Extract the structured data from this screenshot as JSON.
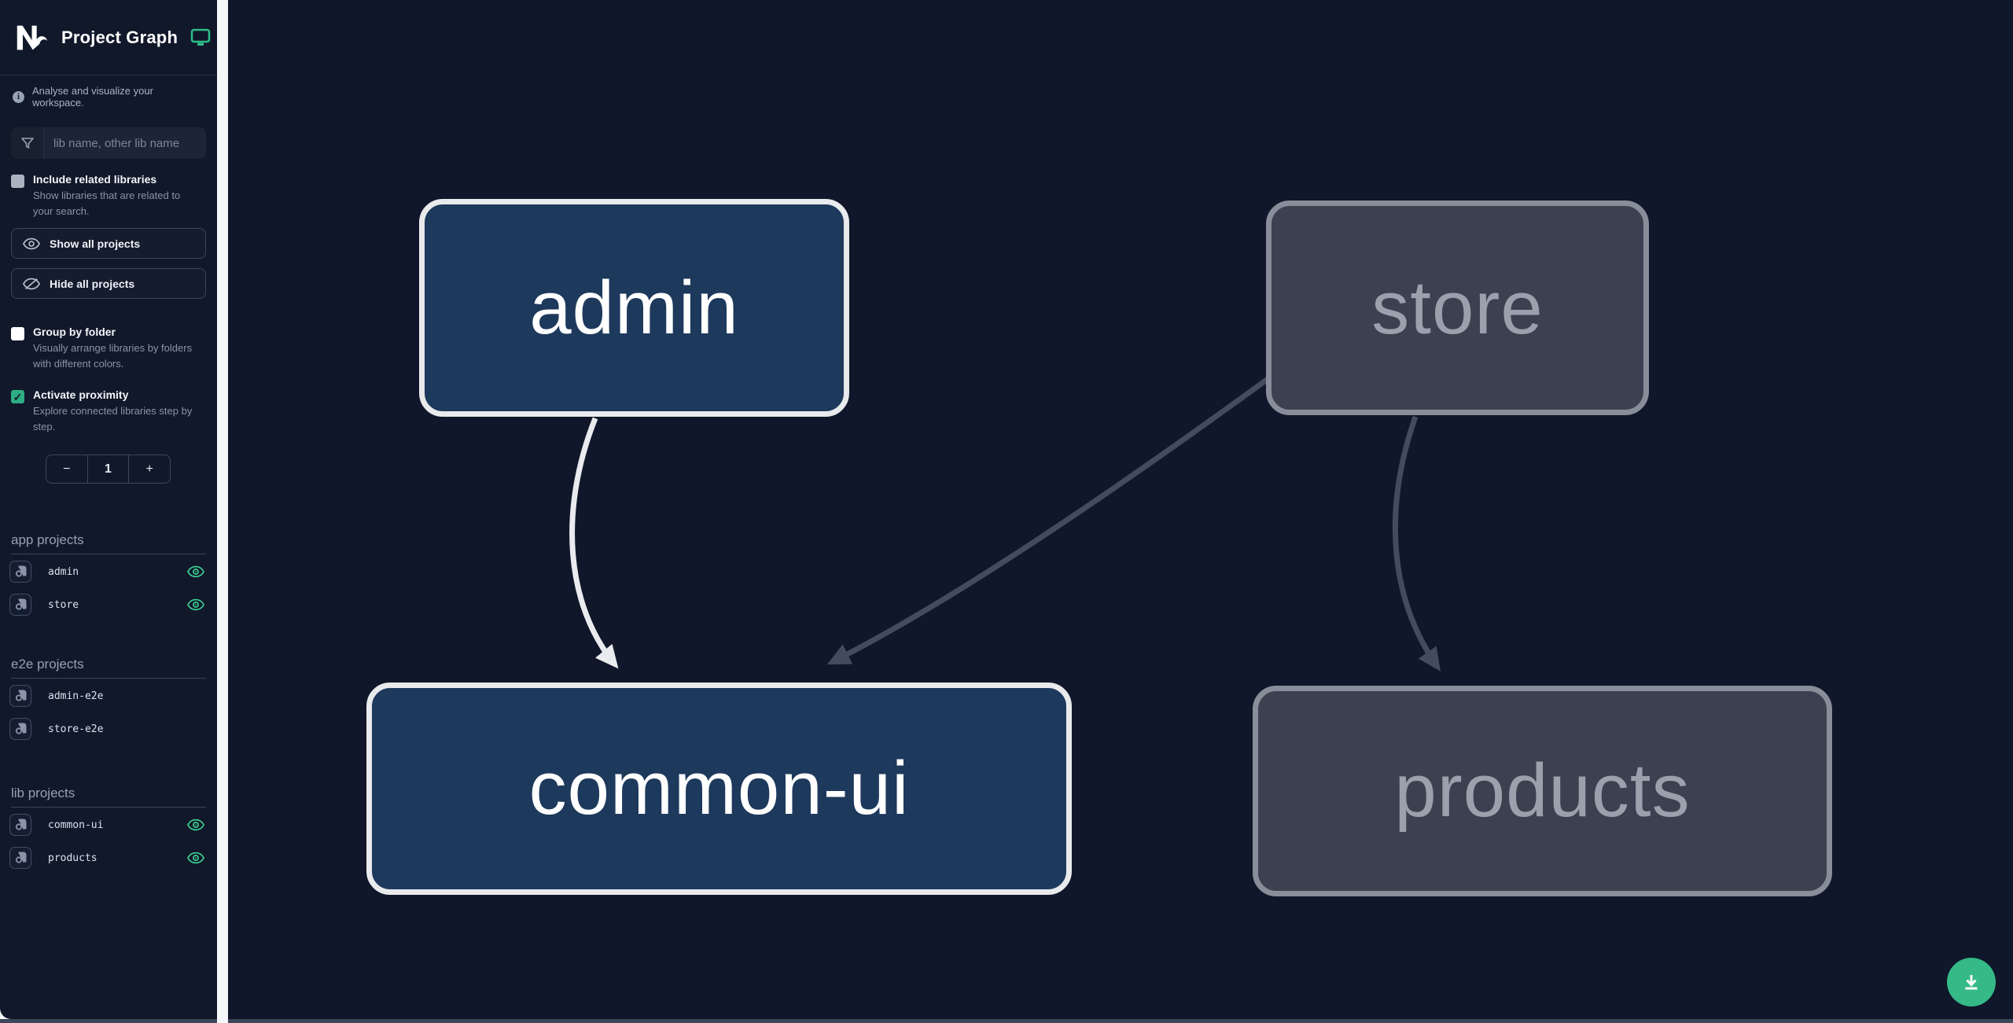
{
  "header": {
    "title": "Project Graph"
  },
  "info": {
    "text": "Analyse and visualize your workspace."
  },
  "search": {
    "placeholder": "lib name, other lib name"
  },
  "filters": {
    "include_related": {
      "label": "Include related libraries",
      "description": "Show libraries that are related to your search.",
      "checked": false
    },
    "group_by_folder": {
      "label": "Group by folder",
      "description": "Visually arrange libraries by folders with different colors.",
      "checked": false
    },
    "activate_proximity": {
      "label": "Activate proximity",
      "description": "Explore connected libraries step by step.",
      "checked": true,
      "check_glyph": "✓"
    }
  },
  "buttons": {
    "show_all": "Show all projects",
    "hide_all": "Hide all projects"
  },
  "proximity_counter": {
    "decrement": "−",
    "value": "1",
    "increment": "+"
  },
  "project_sections": [
    {
      "heading": "app projects",
      "items": [
        {
          "name": "admin",
          "visible": true
        },
        {
          "name": "store",
          "visible": true
        }
      ]
    },
    {
      "heading": "e2e projects",
      "items": [
        {
          "name": "admin-e2e",
          "visible": false
        },
        {
          "name": "store-e2e",
          "visible": false
        }
      ]
    },
    {
      "heading": "lib projects",
      "items": [
        {
          "name": "common-ui",
          "visible": true
        },
        {
          "name": "products",
          "visible": true
        }
      ]
    }
  ],
  "graph": {
    "nodes": [
      {
        "id": "admin",
        "label": "admin",
        "state": "focused"
      },
      {
        "id": "store",
        "label": "store",
        "state": "dimmed"
      },
      {
        "id": "common-ui",
        "label": "common-ui",
        "state": "focused"
      },
      {
        "id": "products",
        "label": "products",
        "state": "dimmed"
      }
    ],
    "edges": [
      {
        "from": "admin",
        "to": "common-ui",
        "style": "highlighted"
      },
      {
        "from": "store",
        "to": "common-ui",
        "style": "dimmed"
      },
      {
        "from": "store",
        "to": "products",
        "style": "dimmed"
      }
    ]
  },
  "colors": {
    "accent_teal": "#2dbb87",
    "fab_green": "#34b987",
    "node_focused_fill": "#1d395c",
    "node_focused_border": "#e9eaec",
    "node_dimmed_fill": "#3b4150",
    "node_dimmed_border": "#878d99",
    "edge_highlighted": "#e9ebee",
    "edge_dimmed": "#434b5c",
    "sidebar_bg": "#10182a",
    "canvas_bg": "#10172a"
  },
  "fab": {
    "icon": "download-icon"
  }
}
